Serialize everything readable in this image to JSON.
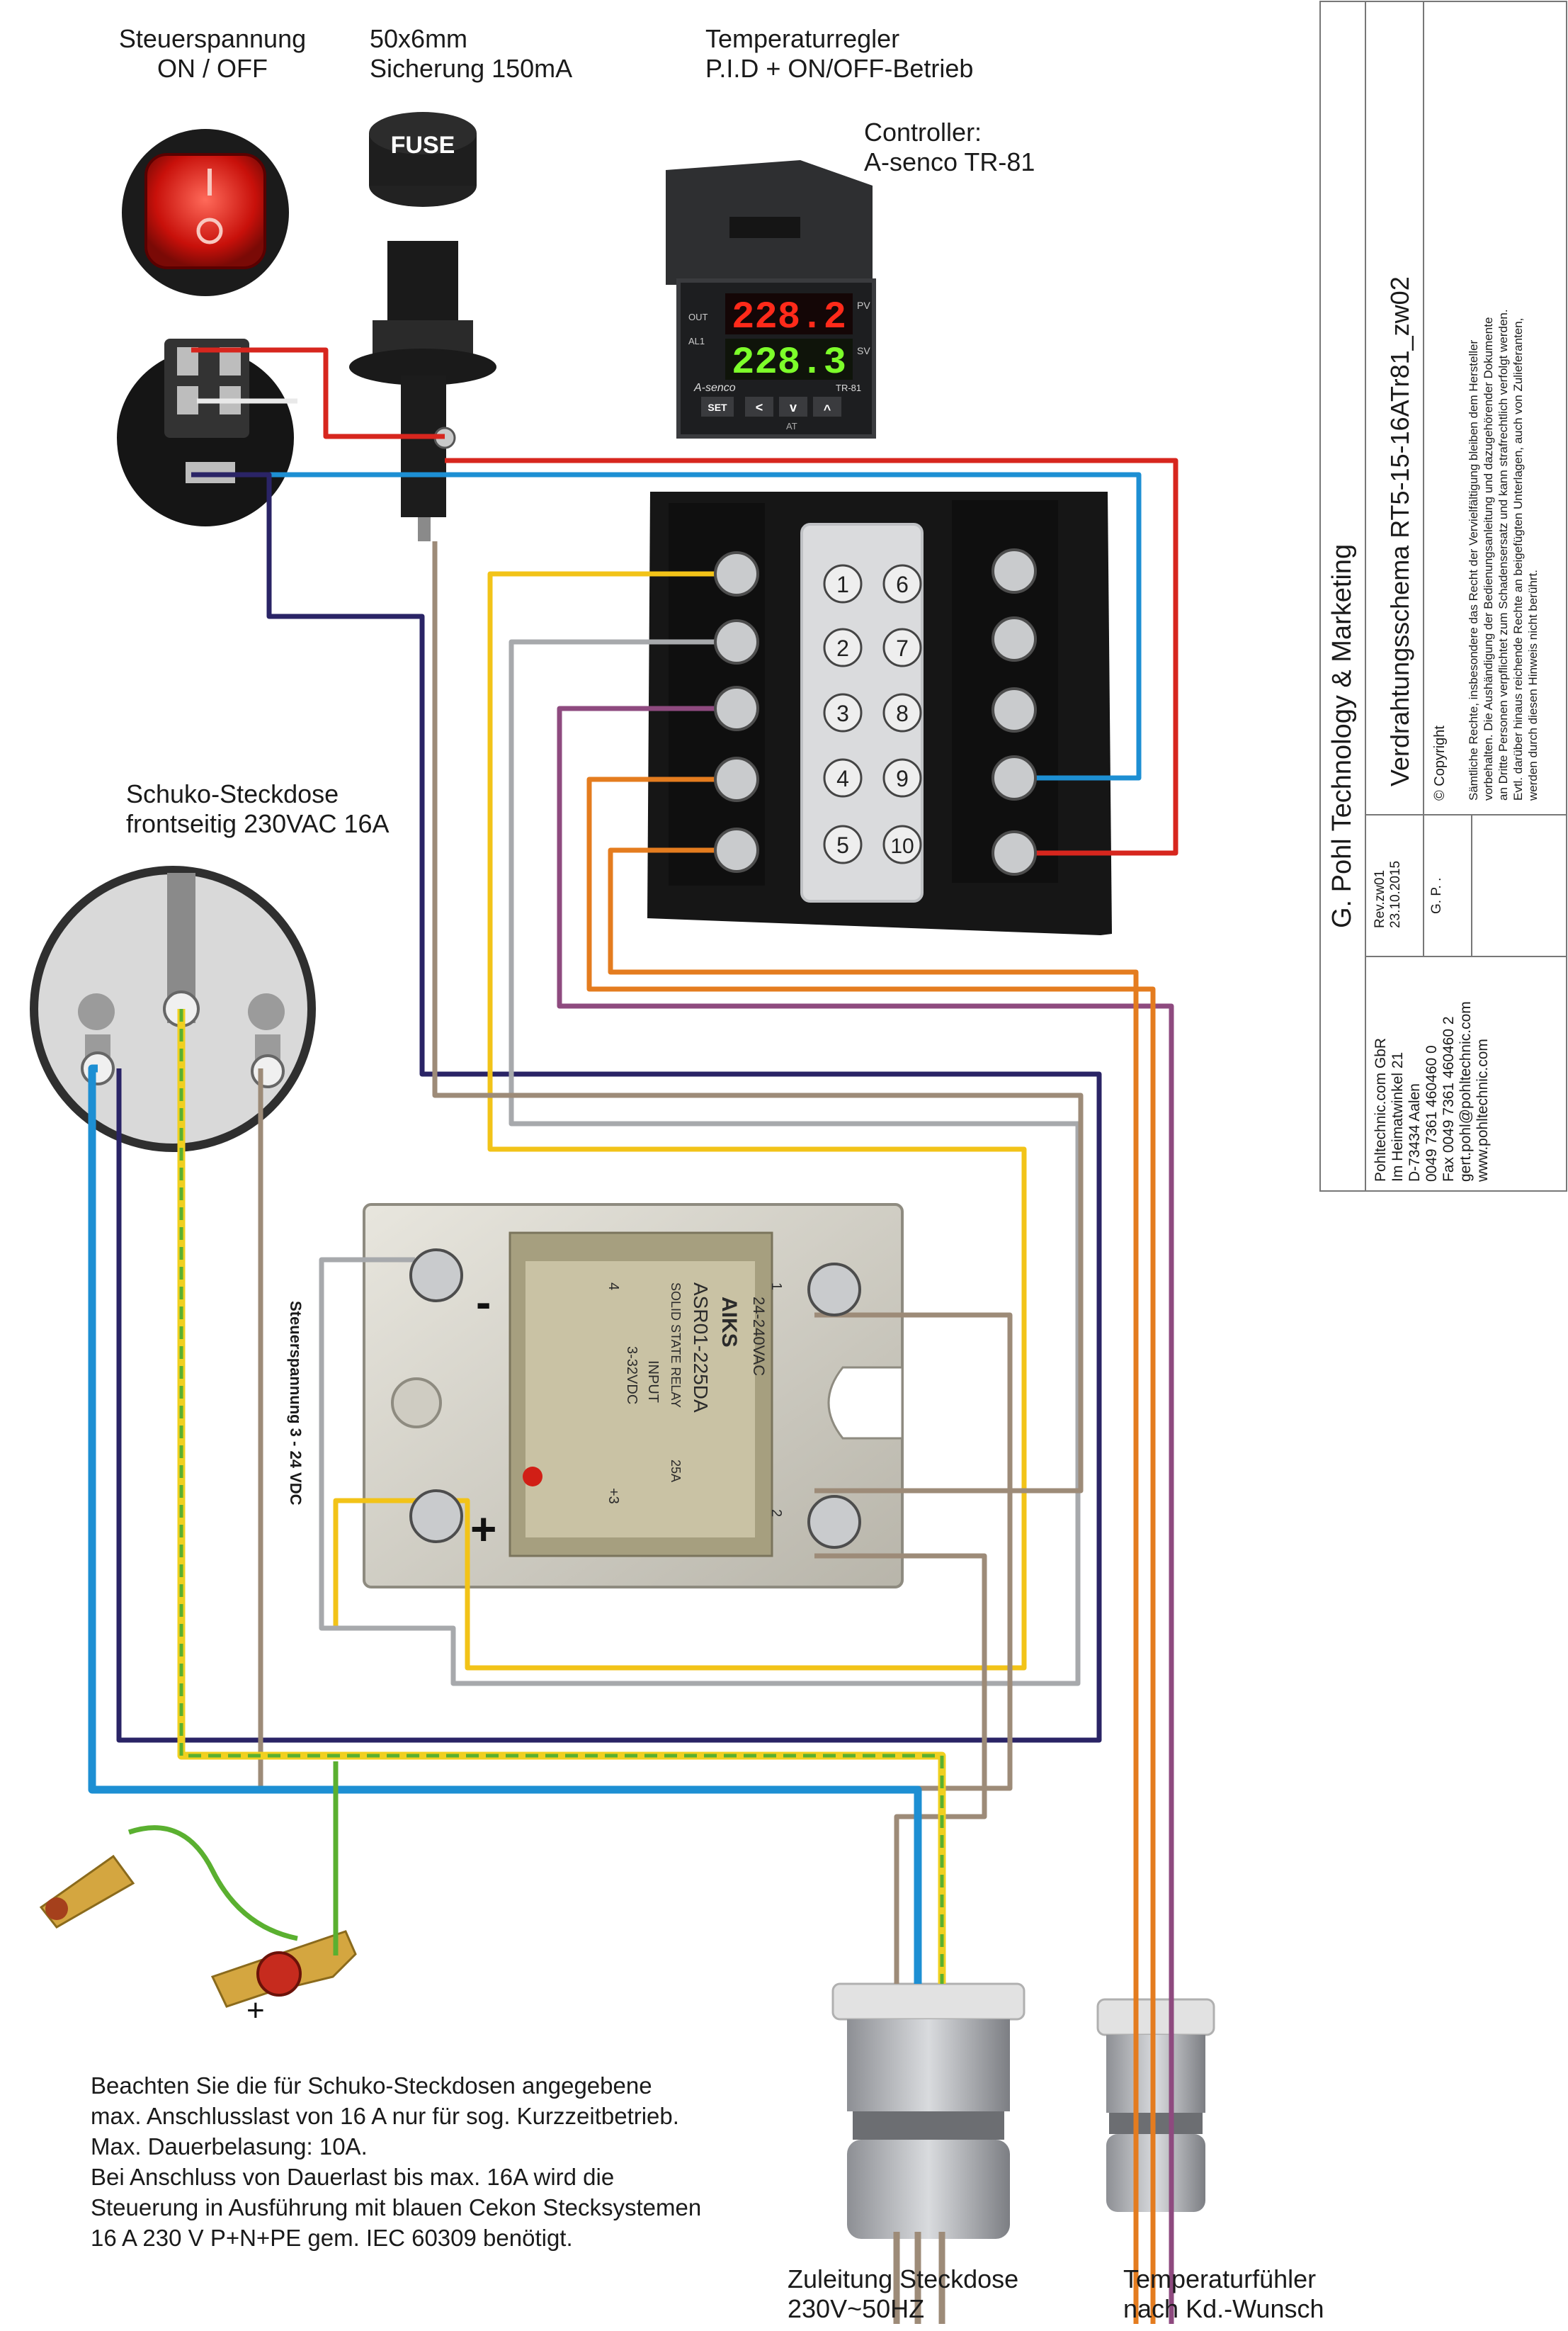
{
  "labels": {
    "switch": [
      "Steuerspannung",
      "ON / OFF"
    ],
    "fuse": [
      "50x6mm",
      "Sicherung 150mA"
    ],
    "fuse_cap": "FUSE",
    "regler": [
      "Temperaturregler",
      "P.I.D + ON/OFF-Betrieb"
    ],
    "controller": [
      "Controller:",
      "A-senco TR-81"
    ],
    "socket": [
      "Schuko-Steckdose",
      "frontseitig 230VAC 16A"
    ],
    "ssr_side": "Steuerspannung 3 - 24 VDC",
    "feed": [
      "Zuleitung Steckdose",
      "230V~50HZ"
    ],
    "sensor": [
      "Temperaturfühler",
      "nach Kd.-Wunsch"
    ]
  },
  "controller_display": {
    "pv_value": "228.2",
    "sv_value": "228.3",
    "pv_tag": "PV",
    "sv_tag": "SV",
    "out_tag": "OUT",
    "al1_tag": "AL1",
    "brand": "A-senco",
    "model": "TR-81",
    "set_key": "SET",
    "key_left": "<",
    "key_down": "v",
    "key_up": "^",
    "at_tag": "AT"
  },
  "terminal_numbers": {
    "left": [
      "1",
      "2",
      "3",
      "4",
      "5"
    ],
    "right": [
      "6",
      "7",
      "8",
      "9",
      "10"
    ]
  },
  "ssr": {
    "brand": "AIKS",
    "model": "ASR01-225DA",
    "type": "SOLID STATE RELAY",
    "rating": "25A",
    "output": "24-240VAC",
    "input_label": "INPUT",
    "input_range": "3-32VDC",
    "minus": "-",
    "plus": "+",
    "term_1": "1",
    "term_2": "2",
    "term_3": "+3",
    "term_4": "4"
  },
  "ground_plus": "+",
  "note_lines": [
    "Beachten Sie die für Schuko-Steckdosen angegebene",
    "max. Anschlusslast von 16 A nur für sog. Kurzzeitbetrieb.",
    "Max. Dauerbelasung: 10A.",
    "Bei Anschluss von Dauerlast bis max. 16A wird die",
    "Steuerung in Ausführung mit blauen Cekon Stecksystemen",
    "16 A 230 V P+N+PE gem. IEC 60309 benötigt."
  ],
  "title_block": {
    "company": "G. Pohl Technology & Marketing",
    "drawing_title": "Verdrahtungsschema  RT5-15-16ATr81_zw02",
    "copyright": "Copyright",
    "copyright_text": [
      "Sämtliche Rechte, insbesondere das Recht  der Vervielfältigung bleiben dem Hersteller",
      "vorbehalten. Die Aushändigung der Bedienungsanleitung und dazugehörender Dokumente",
      "an Dritte Personen verpflichtet zum Schadensersatz und kann strafrechtlich verfolgt werden.",
      "Evtl. darüber hinaus reichende Rechte an beigefügten Unterlagen, auch von Zulieferanten,",
      "werden durch diesen Hinweis nicht berührt."
    ],
    "rev": "Rev.zw01",
    "date": "23.10.2015",
    "author": "G. P. .",
    "address": [
      "Pohltechnic.com GbR",
      "Im Heimatwinkel 21",
      "D-73434 Aalen",
      "0049 7361 460460 0",
      "Fax 0049 7361 460460 2",
      "gert.pohl@pohltechnic.com",
      "www.pohltechnic.com"
    ]
  },
  "wire_colors": {
    "red": "#d7261e",
    "blue": "#1d8fd3",
    "navy": "#2a2466",
    "yellow": "#f2c318",
    "grey": "#a7a9ac",
    "brown": "#9d8b78",
    "purple": "#8e4a7f",
    "orange": "#e47c1f",
    "green": "#5ab030"
  }
}
